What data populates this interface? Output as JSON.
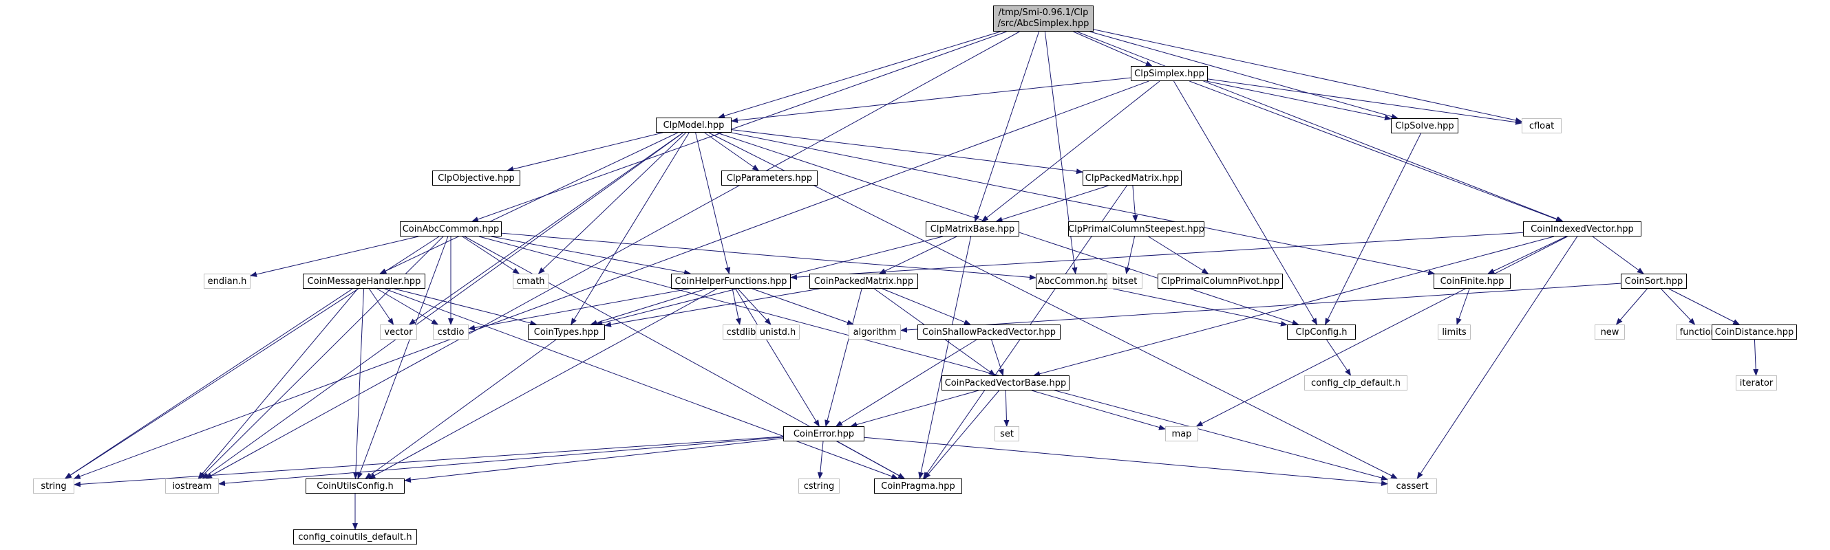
{
  "graph": {
    "edge_color": "#191970",
    "root_fill": "#bfbfbf",
    "system_border": "#bfbfbf",
    "file_border": "#000000",
    "nodes": [
      {
        "id": "root",
        "label_line1": "/tmp/Smi-0.96.1/Clp",
        "label_line2": "/src/AbcSimplex.hpp",
        "kind": "root"
      },
      {
        "id": "clpsimplex",
        "label": "ClpSimplex.hpp",
        "kind": "file"
      },
      {
        "id": "clpmodel",
        "label": "ClpModel.hpp",
        "kind": "file"
      },
      {
        "id": "clpsolve",
        "label": "ClpSolve.hpp",
        "kind": "file"
      },
      {
        "id": "cfloat",
        "label": "cfloat",
        "kind": "system"
      },
      {
        "id": "clpobjective",
        "label": "ClpObjective.hpp",
        "kind": "file"
      },
      {
        "id": "clpparameters",
        "label": "ClpParameters.hpp",
        "kind": "file"
      },
      {
        "id": "clppackedmatrix",
        "label": "ClpPackedMatrix.hpp",
        "kind": "file"
      },
      {
        "id": "coinabccommon",
        "label": "CoinAbcCommon.hpp",
        "kind": "file"
      },
      {
        "id": "clpmatrixbase",
        "label": "ClpMatrixBase.hpp",
        "kind": "file"
      },
      {
        "id": "clpprimalcolumnsteepest",
        "label": "ClpPrimalColumnSteepest.hpp",
        "kind": "file"
      },
      {
        "id": "coinindexedvector",
        "label": "CoinIndexedVector.hpp",
        "kind": "file"
      },
      {
        "id": "endian",
        "label": "endian.h",
        "kind": "system"
      },
      {
        "id": "coinmessagehandler",
        "label": "CoinMessageHandler.hpp",
        "kind": "file"
      },
      {
        "id": "cmath",
        "label": "cmath",
        "kind": "system"
      },
      {
        "id": "coinhelperfunctions",
        "label": "CoinHelperFunctions.hpp",
        "kind": "file"
      },
      {
        "id": "coinpackedmatrix",
        "label": "CoinPackedMatrix.hpp",
        "kind": "file"
      },
      {
        "id": "abccommon",
        "label": "AbcCommon.hpp",
        "kind": "file"
      },
      {
        "id": "bitset",
        "label": "bitset",
        "kind": "system"
      },
      {
        "id": "clpprimalcolumnpivot",
        "label": "ClpPrimalColumnPivot.hpp",
        "kind": "file"
      },
      {
        "id": "coinfinite",
        "label": "CoinFinite.hpp",
        "kind": "file"
      },
      {
        "id": "coinsort",
        "label": "CoinSort.hpp",
        "kind": "file"
      },
      {
        "id": "vector",
        "label": "vector",
        "kind": "system"
      },
      {
        "id": "cstdio",
        "label": "cstdio",
        "kind": "system"
      },
      {
        "id": "cointypes",
        "label": "CoinTypes.hpp",
        "kind": "file"
      },
      {
        "id": "cstdlib",
        "label": "cstdlib",
        "kind": "system"
      },
      {
        "id": "unistd",
        "label": "unistd.h",
        "kind": "system"
      },
      {
        "id": "algorithm",
        "label": "algorithm",
        "kind": "system"
      },
      {
        "id": "coinshallowpackedvector",
        "label": "CoinShallowPackedVector.hpp",
        "kind": "file"
      },
      {
        "id": "clpconfig",
        "label": "ClpConfig.h",
        "kind": "file"
      },
      {
        "id": "limits",
        "label": "limits",
        "kind": "system"
      },
      {
        "id": "new",
        "label": "new",
        "kind": "system"
      },
      {
        "id": "functional",
        "label": "functional",
        "kind": "system"
      },
      {
        "id": "coindistance",
        "label": "CoinDistance.hpp",
        "kind": "file"
      },
      {
        "id": "coinpackedvectorbase",
        "label": "CoinPackedVectorBase.hpp",
        "kind": "file"
      },
      {
        "id": "configclpdefault",
        "label": "config_clp_default.h",
        "kind": "system"
      },
      {
        "id": "iterator",
        "label": "iterator",
        "kind": "system"
      },
      {
        "id": "set",
        "label": "set",
        "kind": "system"
      },
      {
        "id": "map",
        "label": "map",
        "kind": "system"
      },
      {
        "id": "coinerror",
        "label": "CoinError.hpp",
        "kind": "file"
      },
      {
        "id": "string",
        "label": "string",
        "kind": "system"
      },
      {
        "id": "iostream",
        "label": "iostream",
        "kind": "system"
      },
      {
        "id": "cstring",
        "label": "cstring",
        "kind": "system"
      },
      {
        "id": "cassert",
        "label": "cassert",
        "kind": "system"
      },
      {
        "id": "coinutilsconfig",
        "label": "CoinUtilsConfig.h",
        "kind": "file"
      },
      {
        "id": "coinpragma",
        "label": "CoinPragma.hpp",
        "kind": "file"
      },
      {
        "id": "configcoinutilsdefault",
        "label": "config_coinutils_default.h",
        "kind": "file"
      }
    ],
    "edges": [
      [
        "root",
        "clpsimplex"
      ],
      [
        "root",
        "clpmodel"
      ],
      [
        "root",
        "clpsolve"
      ],
      [
        "root",
        "cfloat"
      ],
      [
        "root",
        "coinabccommon"
      ],
      [
        "root",
        "clpmatrixbase"
      ],
      [
        "root",
        "abccommon"
      ],
      [
        "root",
        "coinindexedvector"
      ],
      [
        "root",
        "iostream"
      ],
      [
        "clpsimplex",
        "clpmodel"
      ],
      [
        "clpsimplex",
        "clpsolve"
      ],
      [
        "clpsimplex",
        "cfloat"
      ],
      [
        "clpsimplex",
        "clpmatrixbase"
      ],
      [
        "clpsimplex",
        "clpconfig"
      ],
      [
        "clpsimplex",
        "coinindexedvector"
      ],
      [
        "clpsimplex",
        "string"
      ],
      [
        "clpmodel",
        "clpobjective"
      ],
      [
        "clpmodel",
        "clpparameters"
      ],
      [
        "clpmodel",
        "clppackedmatrix"
      ],
      [
        "clpmodel",
        "coinmessagehandler"
      ],
      [
        "clpmodel",
        "cmath"
      ],
      [
        "clpmodel",
        "coinhelperfunctions"
      ],
      [
        "clpmodel",
        "cointypes"
      ],
      [
        "clpmodel",
        "vector"
      ],
      [
        "clpmodel",
        "iostream"
      ],
      [
        "clpmodel",
        "clpconfig"
      ],
      [
        "clpmodel",
        "coinfinite"
      ],
      [
        "clpmodel",
        "cassert"
      ],
      [
        "clppackedmatrix",
        "clpmatrixbase"
      ],
      [
        "clppackedmatrix",
        "clpprimalcolumnsteepest"
      ],
      [
        "clppackedmatrix",
        "coinpragma"
      ],
      [
        "clpprimalcolumnsteepest",
        "bitset"
      ],
      [
        "clpprimalcolumnsteepest",
        "clpprimalcolumnpivot"
      ],
      [
        "clpmatrixbase",
        "coinpackedmatrix"
      ],
      [
        "clpmatrixbase",
        "cointypes"
      ],
      [
        "clpmatrixbase",
        "coinpragma"
      ],
      [
        "clpsolve",
        "clpconfig"
      ],
      [
        "coinabccommon",
        "coinhelperfunctions"
      ],
      [
        "coinabccommon",
        "endian"
      ],
      [
        "coinabccommon",
        "cmath"
      ],
      [
        "coinabccommon",
        "cstdio"
      ],
      [
        "coinabccommon",
        "string"
      ],
      [
        "coinabccommon",
        "iostream"
      ],
      [
        "coinabccommon",
        "coinutilsconfig"
      ],
      [
        "coinabccommon",
        "coinpragma"
      ],
      [
        "coinabccommon",
        "abccommon"
      ],
      [
        "coinabccommon",
        "cassert"
      ],
      [
        "abccommon",
        "clpconfig"
      ],
      [
        "coinindexedvector",
        "coinhelperfunctions"
      ],
      [
        "coinindexedvector",
        "coinfinite"
      ],
      [
        "coinindexedvector",
        "coinsort"
      ],
      [
        "coinindexedvector",
        "coinpackedvectorbase"
      ],
      [
        "coinindexedvector",
        "map"
      ],
      [
        "coinindexedvector",
        "cassert"
      ],
      [
        "coinmessagehandler",
        "vector"
      ],
      [
        "coinmessagehandler",
        "cstdio"
      ],
      [
        "coinmessagehandler",
        "cointypes"
      ],
      [
        "coinmessagehandler",
        "string"
      ],
      [
        "coinmessagehandler",
        "iostream"
      ],
      [
        "coinmessagehandler",
        "coinutilsconfig"
      ],
      [
        "coinmessagehandler",
        "coinpragma"
      ],
      [
        "coinhelperfunctions",
        "cointypes"
      ],
      [
        "coinhelperfunctions",
        "cstdlib"
      ],
      [
        "coinhelperfunctions",
        "unistd"
      ],
      [
        "coinhelperfunctions",
        "algorithm"
      ],
      [
        "coinhelperfunctions",
        "coinerror"
      ],
      [
        "coinhelperfunctions",
        "coinutilsconfig"
      ],
      [
        "coinhelperfunctions",
        "cstdio"
      ],
      [
        "coinpackedmatrix",
        "coinshallowpackedvector"
      ],
      [
        "coinpackedmatrix",
        "coinerror"
      ],
      [
        "coinpackedmatrix",
        "coinpackedvectorbase"
      ],
      [
        "coinpackedmatrix",
        "cointypes"
      ],
      [
        "coinfinite",
        "limits"
      ],
      [
        "coinsort",
        "new"
      ],
      [
        "coinsort",
        "functional"
      ],
      [
        "coinsort",
        "coindistance"
      ],
      [
        "coinsort",
        "algorithm"
      ],
      [
        "coindistance",
        "iterator"
      ],
      [
        "cointypes",
        "coinutilsconfig"
      ],
      [
        "coinshallowpackedvector",
        "coinpackedvectorbase"
      ],
      [
        "coinshallowpackedvector",
        "coinerror"
      ],
      [
        "clpconfig",
        "configclpdefault"
      ],
      [
        "coinpackedvectorbase",
        "coinerror"
      ],
      [
        "coinpackedvectorbase",
        "set"
      ],
      [
        "coinpackedvectorbase",
        "map"
      ],
      [
        "coinpackedvectorbase",
        "coinpragma"
      ],
      [
        "coinerror",
        "string"
      ],
      [
        "coinerror",
        "iostream"
      ],
      [
        "coinerror",
        "cstring"
      ],
      [
        "coinerror",
        "cassert"
      ],
      [
        "coinerror",
        "coinutilsconfig"
      ],
      [
        "coinerror",
        "coinpragma"
      ],
      [
        "coinutilsconfig",
        "configcoinutilsdefault"
      ]
    ]
  }
}
